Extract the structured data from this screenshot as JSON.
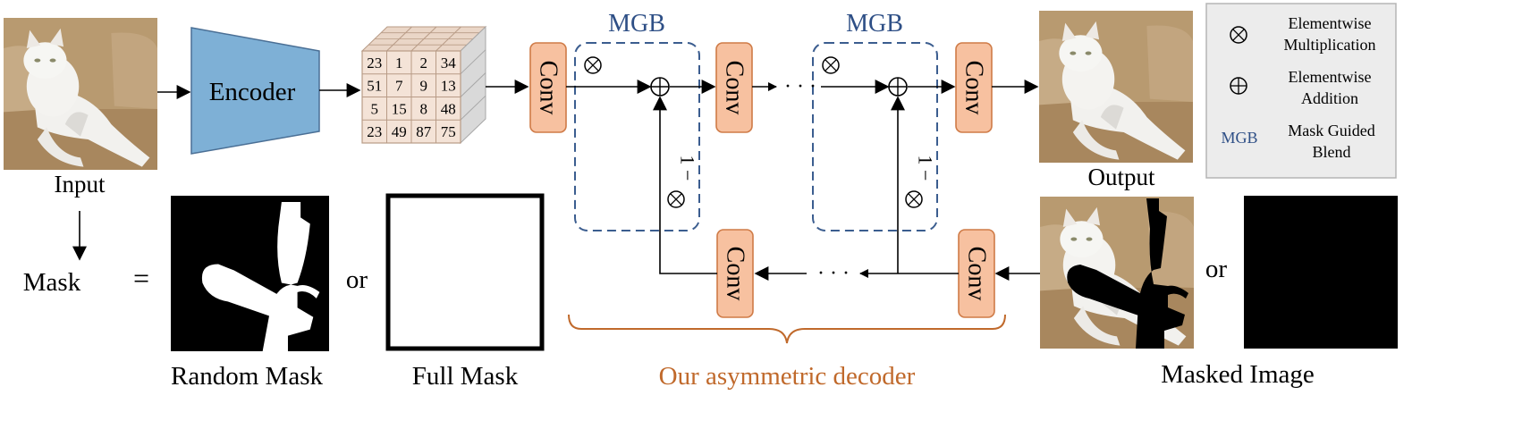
{
  "labels": {
    "input": "Input",
    "encoder": "Encoder",
    "output": "Output",
    "mask": "Mask",
    "equals": "=",
    "or_1": "or",
    "or_2": "or",
    "random_mask": "Random Mask",
    "full_mask": "Full Mask",
    "masked_image": "Masked Image",
    "decoder": "Our asymmetric decoder",
    "mgb_1": "MGB",
    "mgb_2": "MGB",
    "conv": "Conv",
    "ellipsis": "· · ·",
    "one_minus_1": "1 −",
    "one_minus_2": "1 −"
  },
  "feature_grid": [
    [
      "23",
      "1",
      "2",
      "34"
    ],
    [
      "51",
      "7",
      "9",
      "13"
    ],
    [
      "5",
      "15",
      "8",
      "48"
    ],
    [
      "23",
      "49",
      "87",
      "75"
    ]
  ],
  "legend": {
    "mult_label_1": "Elementwise",
    "mult_label_2": "Multiplication",
    "add_label_1": "Elementwise",
    "add_label_2": "Addition",
    "mgb_abbrev": "MGB",
    "mgb_label_1": "Mask Guided",
    "mgb_label_2": "Blend"
  },
  "icons": {
    "multiply": "circled-times-icon",
    "add": "circled-plus-icon",
    "cat_photo": "cat-photo-icon"
  },
  "colors": {
    "encoder_fill": "#7eb0d6",
    "encoder_stroke": "#4a6f95",
    "conv_fill": "#f7c1a0",
    "conv_stroke": "#cf7b47",
    "mgb_text": "#2e4f86",
    "mgb_border": "#3b5d8f",
    "decoder_text": "#c0692b",
    "cube_front": "#f4e3d7",
    "cube_top": "#ead6c7",
    "cube_side": "#d9d9d9",
    "legend_bg": "#ececec"
  }
}
